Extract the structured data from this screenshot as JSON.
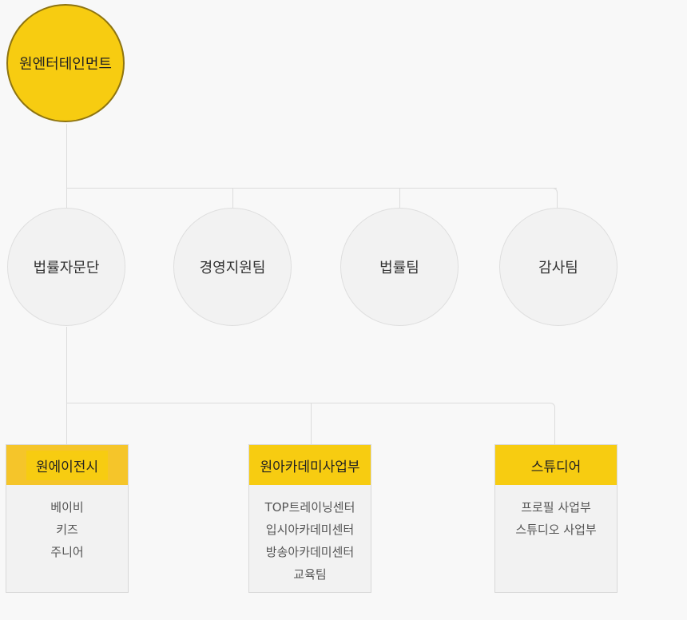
{
  "root": {
    "label": "원엔터테인먼트"
  },
  "departments": [
    {
      "label": "법률자문단"
    },
    {
      "label": "경영지원팀"
    },
    {
      "label": "법률팀"
    },
    {
      "label": "감사팀"
    }
  ],
  "divisions": [
    {
      "title": "원에이전시",
      "items": [
        "베이비",
        "키즈",
        "주니어"
      ]
    },
    {
      "title": "원아카데미사업부",
      "items": [
        "TOP트레이닝센터",
        "입시아카데미센터",
        "방송아카데미센터",
        "교육팀"
      ]
    },
    {
      "title": "스튜디어",
      "items": [
        "프로필 사업부",
        "스튜디오 사업부"
      ]
    }
  ]
}
